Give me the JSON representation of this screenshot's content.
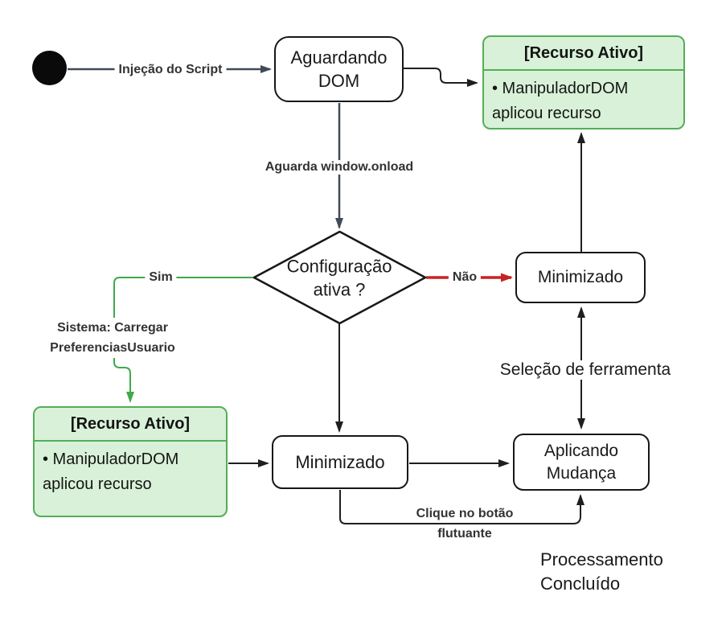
{
  "diagram": {
    "type": "state-diagram",
    "nodes": {
      "aguardando_dom": {
        "line1": "Aguardando",
        "line2": "DOM"
      },
      "recurso_ativo_top": {
        "header": "[Recurso Ativo]",
        "body": "• ManipuladorDOM aplicou recurso"
      },
      "decisao": {
        "line1": "Configuração",
        "line2": "ativa ?"
      },
      "minimizado_direita": {
        "label": "Minimizado"
      },
      "recurso_ativo_esquerda": {
        "header": "[Recurso Ativo]",
        "body": "• ManipuladorDOM aplicou recurso"
      },
      "minimizado_inferior": {
        "label": "Minimizado"
      },
      "aplicando_mudanca": {
        "line1": "Aplicando",
        "line2": "Mudança"
      }
    },
    "edge_labels": {
      "injecao_script": "Injeção do Script",
      "aguarda_onload": "Aguarda window.onload",
      "sim": "Sim",
      "nao": "Não",
      "sistema_carregar": {
        "line1": "Sistema: Carregar",
        "line2": "PreferenciasUsuario"
      },
      "clique_botao": {
        "line1": "Clique no botão",
        "line2": "flutuante"
      },
      "selecao_ferramenta": "Seleção de ferramenta",
      "processamento": {
        "line1": "Processamento",
        "line2": "Concluído"
      }
    },
    "colors": {
      "background": "#ffffff",
      "green_fill": "#d8f1d8",
      "green_border": "#55ad58",
      "green_arrow": "#3fa94c",
      "red_arrow": "#c82323",
      "slate_arrow": "#414a57",
      "line_black": "#1f1f1f",
      "label_text": "#333333",
      "node_text": "#1a1a1a"
    }
  }
}
